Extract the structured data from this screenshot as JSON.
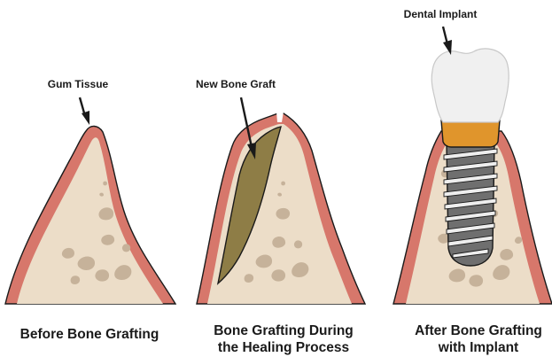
{
  "panels": [
    {
      "caption_line1": "Before Bone Grafting",
      "caption_line2": "",
      "callout": "Gum Tissue"
    },
    {
      "caption_line1": "Bone Grafting During",
      "caption_line2": "the Healing Process",
      "callout": "New Bone Graft"
    },
    {
      "caption_line1": "After Bone Grafting",
      "caption_line2": "with Implant",
      "callout": "Dental Implant"
    }
  ],
  "colors": {
    "gum": "#d7776b",
    "bone": "#ecddc8",
    "bone_spots": "#c6b29a",
    "graft": "#8e7d46",
    "crown": "#f0f0f0",
    "abutment": "#e0952c",
    "screw": "#6f6f6f",
    "thread": "#eeeeee",
    "outline": "#1a1a1a"
  },
  "icons": [
    "arrow-icon"
  ]
}
